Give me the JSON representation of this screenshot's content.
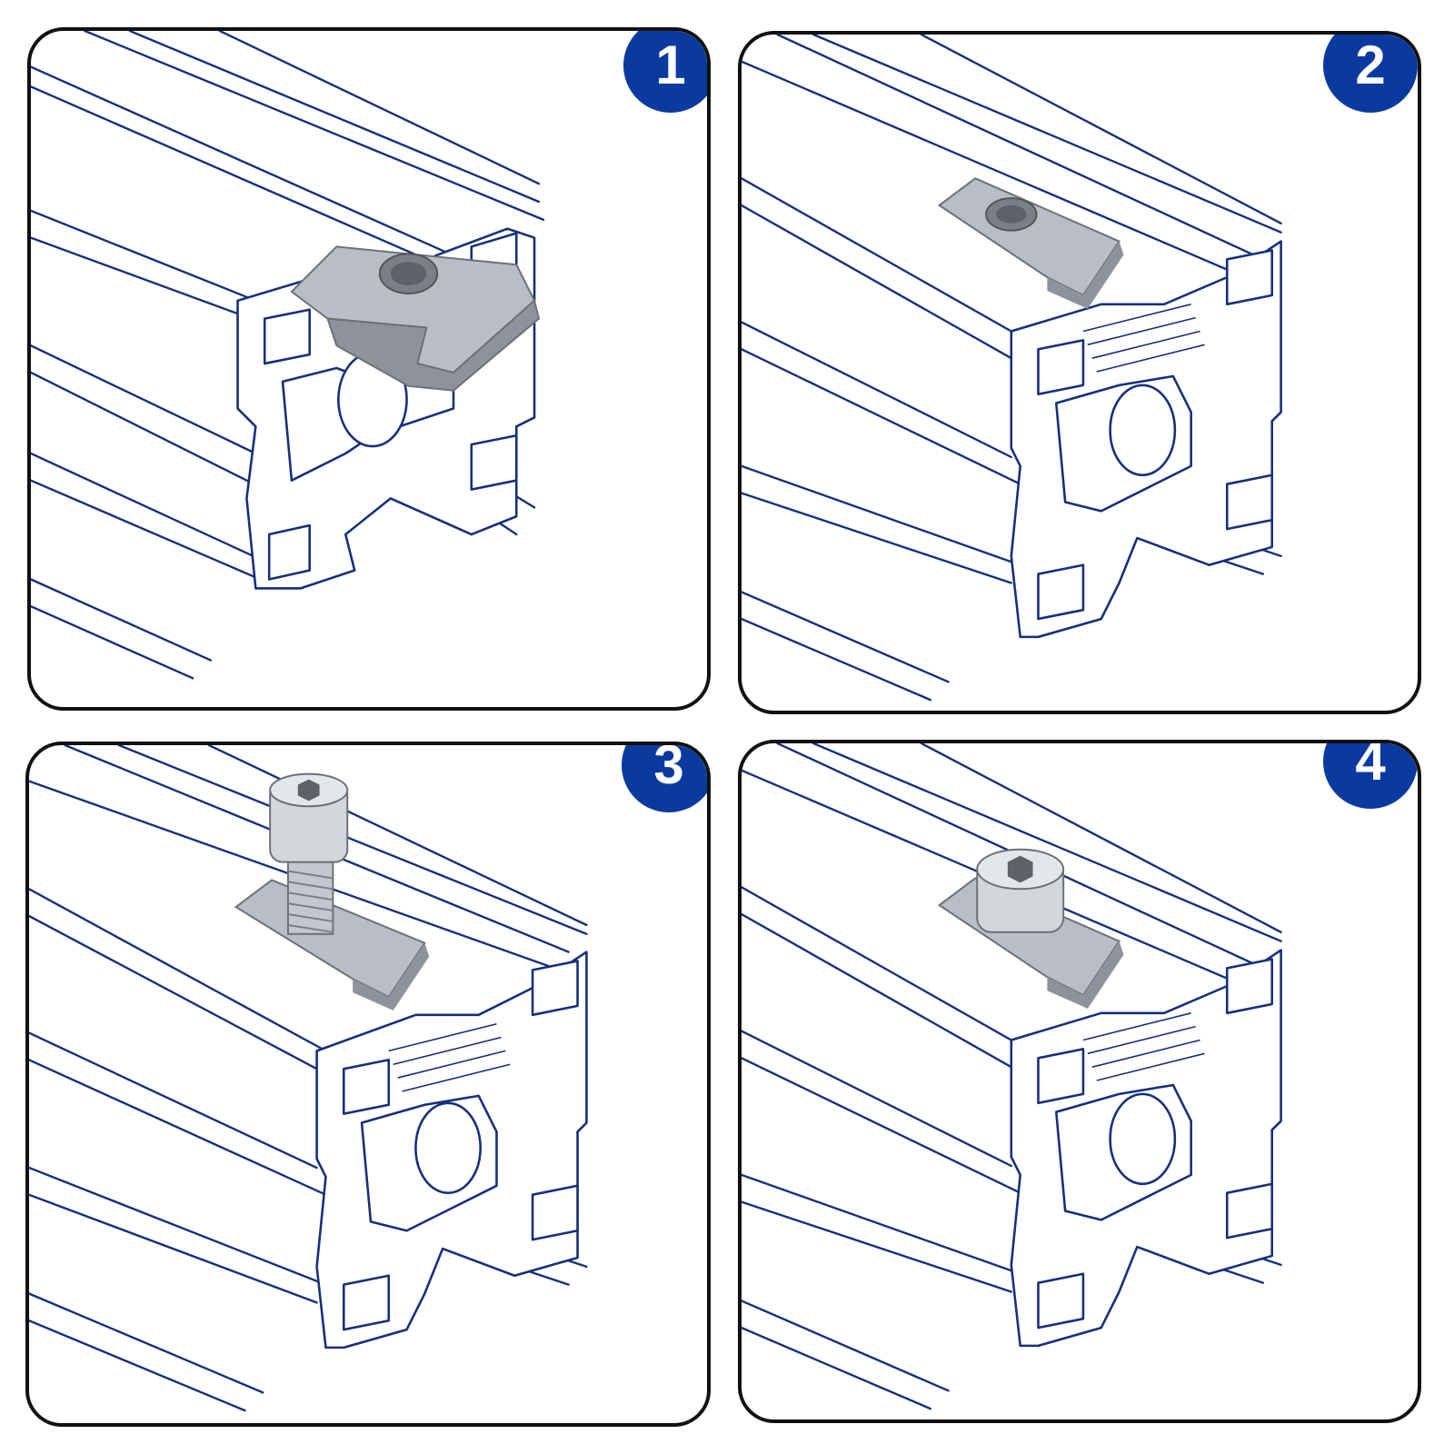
{
  "steps": [
    {
      "number": "1",
      "hardware": "t-nut"
    },
    {
      "number": "2",
      "hardware": "t-nut-seated"
    },
    {
      "number": "3",
      "hardware": "screw-inserting"
    },
    {
      "number": "4",
      "hardware": "screw-tightened"
    }
  ],
  "colors": {
    "badge": "#0a3aa0",
    "line": "#15307a",
    "metal": "#b9bec6",
    "border": "#111111"
  }
}
